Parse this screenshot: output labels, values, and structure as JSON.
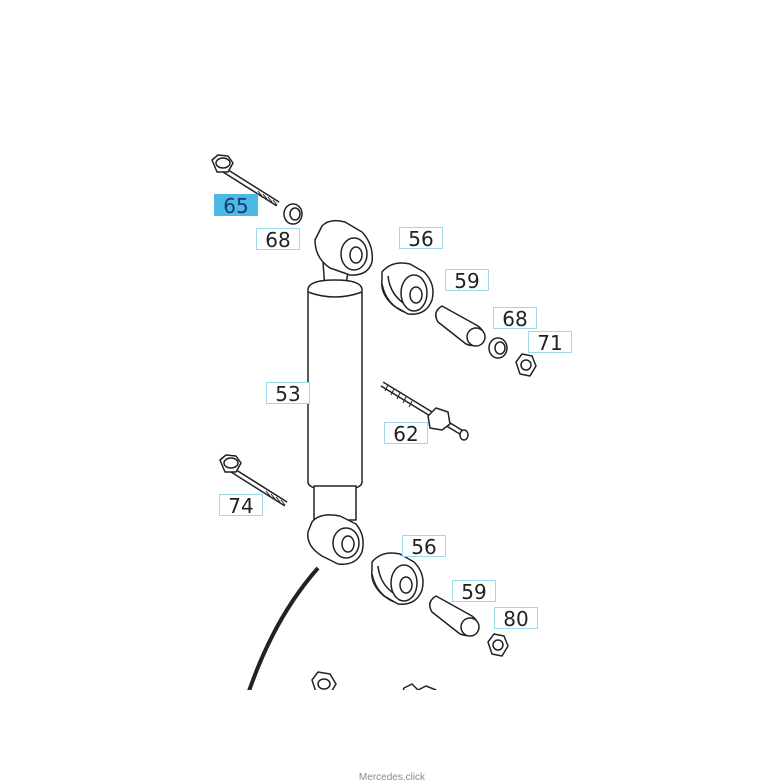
{
  "callouts": [
    {
      "id": "c65",
      "label": "65",
      "active": true
    },
    {
      "id": "c68a",
      "label": "68"
    },
    {
      "id": "c56a",
      "label": "56"
    },
    {
      "id": "c59a",
      "label": "59"
    },
    {
      "id": "c68b",
      "label": "68"
    },
    {
      "id": "c71",
      "label": "71"
    },
    {
      "id": "c53",
      "label": "53"
    },
    {
      "id": "c62",
      "label": "62"
    },
    {
      "id": "c74",
      "label": "74"
    },
    {
      "id": "c56b",
      "label": "56"
    },
    {
      "id": "c59b",
      "label": "59"
    },
    {
      "id": "c80",
      "label": "80"
    }
  ],
  "footer": {
    "text": "Mercedes.click"
  },
  "colors": {
    "highlight": "#4bb8e6",
    "callout_border": "#9fd8ec",
    "line": "#222222"
  }
}
